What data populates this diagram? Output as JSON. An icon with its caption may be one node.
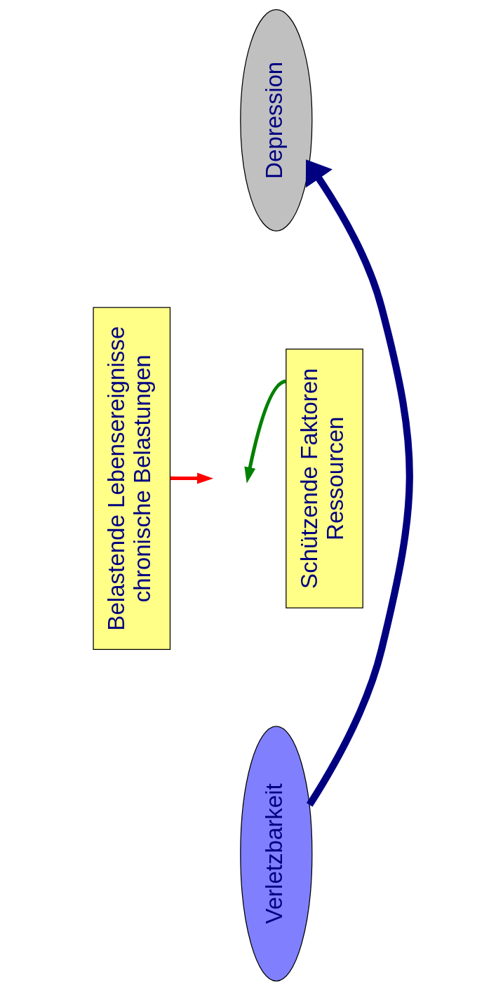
{
  "diagram": {
    "nodes": [
      {
        "text": [
          "Belastende Lebensereignisse",
          "chronische Belastungen"
        ]
      },
      {
        "text": [
          "Depression"
        ]
      },
      {
        "text": [
          "Schützende Faktoren",
          "Ressourcen"
        ]
      },
      {
        "text": [
          "Verletzbarkeit"
        ]
      }
    ],
    "edges": [
      {
        "from": 3,
        "to": 1,
        "arrow": "to",
        "style": "thick",
        "color": "#000080"
      },
      {
        "from": 0,
        "to": null,
        "arrow": "to",
        "color": "#ff0000"
      },
      {
        "from": 2,
        "to": null,
        "arrow": "to",
        "color": "#008000"
      }
    ]
  }
}
